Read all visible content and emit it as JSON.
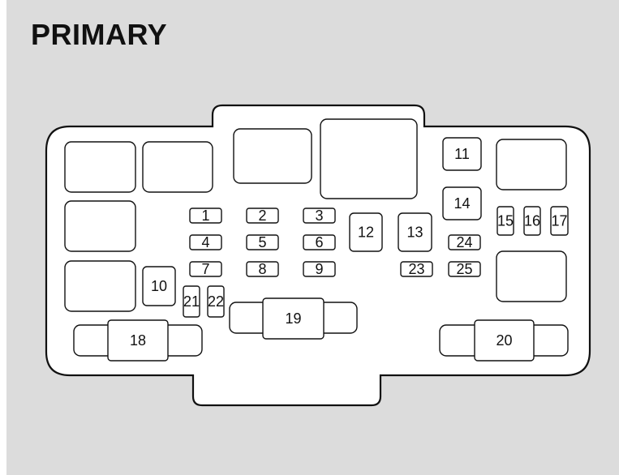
{
  "title": "PRIMARY",
  "fuses": [
    {
      "id": "fuse-1",
      "label": "1"
    },
    {
      "id": "fuse-2",
      "label": "2"
    },
    {
      "id": "fuse-3",
      "label": "3"
    },
    {
      "id": "fuse-4",
      "label": "4"
    },
    {
      "id": "fuse-5",
      "label": "5"
    },
    {
      "id": "fuse-6",
      "label": "6"
    },
    {
      "id": "fuse-7",
      "label": "7"
    },
    {
      "id": "fuse-8",
      "label": "8"
    },
    {
      "id": "fuse-9",
      "label": "9"
    },
    {
      "id": "fuse-10",
      "label": "10"
    },
    {
      "id": "fuse-11",
      "label": "11"
    },
    {
      "id": "fuse-12",
      "label": "12"
    },
    {
      "id": "fuse-13",
      "label": "13"
    },
    {
      "id": "fuse-14",
      "label": "14"
    },
    {
      "id": "fuse-15",
      "label": "15"
    },
    {
      "id": "fuse-16",
      "label": "16"
    },
    {
      "id": "fuse-17",
      "label": "17"
    },
    {
      "id": "fuse-18",
      "label": "18"
    },
    {
      "id": "fuse-19",
      "label": "19"
    },
    {
      "id": "fuse-20",
      "label": "20"
    },
    {
      "id": "fuse-21",
      "label": "21"
    },
    {
      "id": "fuse-22",
      "label": "22"
    },
    {
      "id": "fuse-23",
      "label": "23"
    },
    {
      "id": "fuse-24",
      "label": "24"
    },
    {
      "id": "fuse-25",
      "label": "25"
    }
  ]
}
